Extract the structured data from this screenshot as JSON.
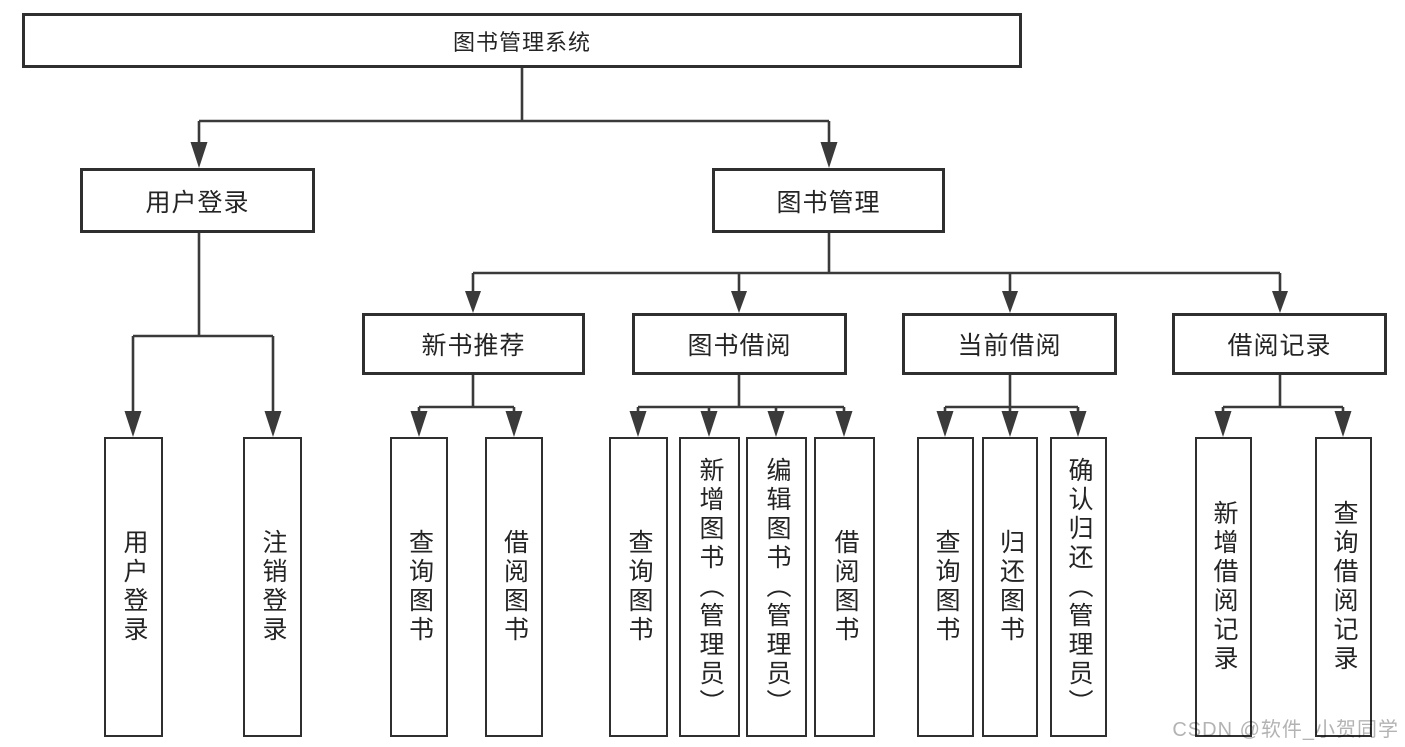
{
  "diagram": {
    "root": {
      "label": "图书管理系统"
    },
    "branches": [
      {
        "label": "用户登录",
        "children": [
          {
            "label": "用户登录"
          },
          {
            "label": "注销登录"
          }
        ]
      },
      {
        "label": "图书管理",
        "children": [
          {
            "label": "新书推荐",
            "children": [
              {
                "label": "查询图书"
              },
              {
                "label": "借阅图书"
              }
            ]
          },
          {
            "label": "图书借阅",
            "children": [
              {
                "label": "查询图书"
              },
              {
                "label": "新增图书（管理员）"
              },
              {
                "label": "编辑图书（管理员）"
              },
              {
                "label": "借阅图书"
              }
            ]
          },
          {
            "label": "当前借阅",
            "children": [
              {
                "label": "查询图书"
              },
              {
                "label": "归还图书"
              },
              {
                "label": "确认归还（管理员）"
              }
            ]
          },
          {
            "label": "借阅记录",
            "children": [
              {
                "label": "新增借阅记录"
              },
              {
                "label": "查询借阅记录"
              }
            ]
          }
        ]
      }
    ]
  },
  "watermark": {
    "text": "CSDN @软件_小贺同学"
  },
  "colors": {
    "background": "#ffffff",
    "box_border": "#2f2f2f",
    "connector": "#3a3a3a",
    "text": "#242424",
    "watermark": "#b3b3b3"
  }
}
